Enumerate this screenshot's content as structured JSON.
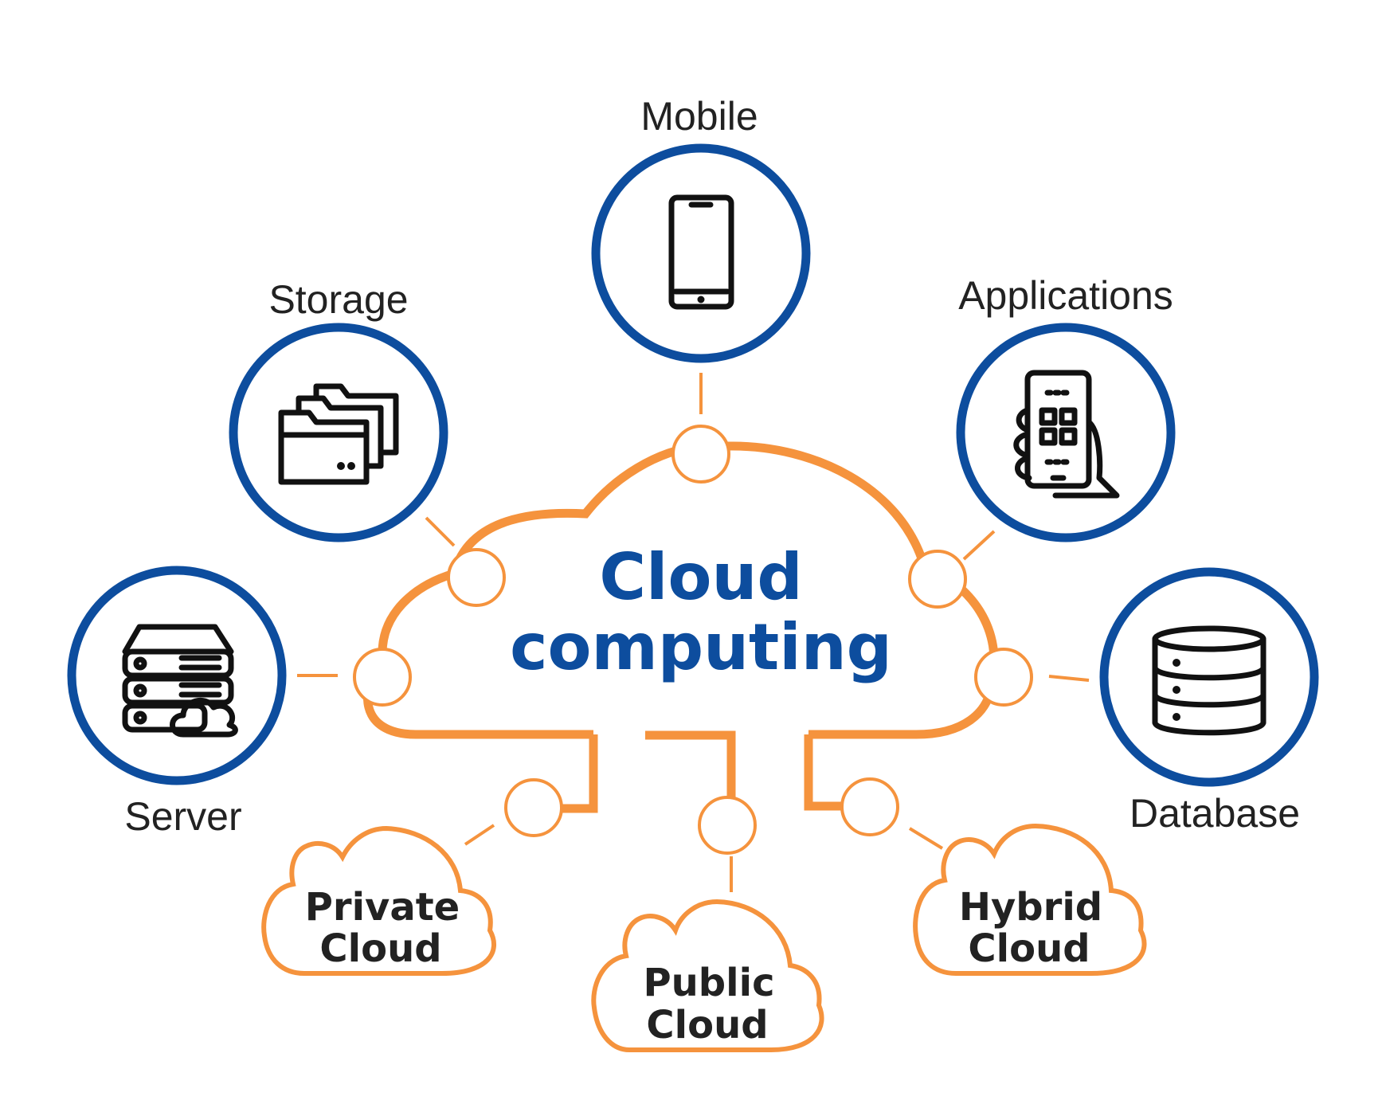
{
  "diagram": {
    "title_line1": "Cloud",
    "title_line2": "computing",
    "services": {
      "mobile": {
        "label": "Mobile",
        "icon": "smartphone-icon"
      },
      "storage": {
        "label": "Storage",
        "icon": "folders-icon"
      },
      "applications": {
        "label": "Applications",
        "icon": "hand-holding-phone-icon"
      },
      "server": {
        "label": "Server",
        "icon": "server-cloud-icon"
      },
      "database": {
        "label": "Database",
        "icon": "database-icon"
      }
    },
    "cloud_types": {
      "private": {
        "line1": "Private",
        "line2": "Cloud"
      },
      "public": {
        "line1": "Public",
        "line2": "Cloud"
      },
      "hybrid": {
        "line1": "Hybrid",
        "line2": "Cloud"
      }
    },
    "colors": {
      "ring_blue": "#0d4d9e",
      "title_blue": "#0d4d9e",
      "accent_orange": "#f5933d",
      "text_dark": "#222222"
    }
  }
}
